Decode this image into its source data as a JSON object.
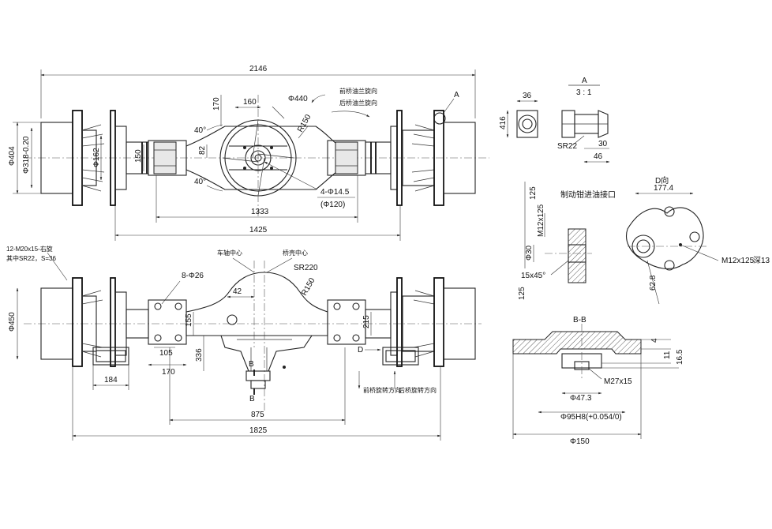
{
  "drawing": {
    "dims_top": {
      "overall": "2146",
      "d404": "Φ404",
      "d318": "Φ318-0.20",
      "d162": "Φ162",
      "d150": "150",
      "d170": "170",
      "d160": "160",
      "d440": "Φ440",
      "r150": "R150",
      "ang40a": "40°",
      "ang40b": "40°",
      "d82": "82",
      "holes": "4-Φ14.5",
      "d120": "(Φ120)",
      "d1333": "1333",
      "d1425": "1425"
    },
    "dims_bottom": {
      "bolt_note1": "12-M20x15-右旋",
      "bolt_note2": "其中SR22，S=36",
      "hole8": "8-Φ26",
      "wheel_center": "车轴中心",
      "axle_center": "桥壳中心",
      "sr220": "SR220",
      "r150": "R150",
      "d42": "42",
      "d450": "Φ450",
      "d155": "155",
      "d105": "105",
      "d170": "170",
      "d336": "336",
      "d215": "215",
      "d184": "184",
      "d875": "875",
      "d1825": "1825",
      "sec_b1": "B",
      "sec_b2": "B",
      "label_d": "D"
    },
    "arrows": {
      "fwd1": "前桥油兰旋向",
      "fwd2": "后桥油兰旋向",
      "bot1": "前桥旋转方向",
      "bot2": "后桥旋转方向"
    },
    "detail_a": {
      "letter": "A",
      "scale": "3 : 1",
      "d36": "36",
      "d416": "416",
      "sr22": "SR22",
      "d30": "30",
      "d46": "46"
    },
    "brake": {
      "title": "制动钳进油接口",
      "d125a": "125",
      "m12": "M12x125",
      "d30": "Φ30",
      "chamfer": "15x45°",
      "d125b": "125"
    },
    "view_d": {
      "title": "D向",
      "d1774": "177.4",
      "d628": "62.8",
      "m12": "M12x125",
      "depth": "深13"
    },
    "section_bb": {
      "title": "B-B",
      "d4": "4",
      "d11": "11",
      "d165": "16.5",
      "m27": "M27x15",
      "d473": "Φ47.3",
      "d95": "Φ95H8(+0.054/0)",
      "d150": "Φ150"
    },
    "detail_a_callout": "A"
  }
}
